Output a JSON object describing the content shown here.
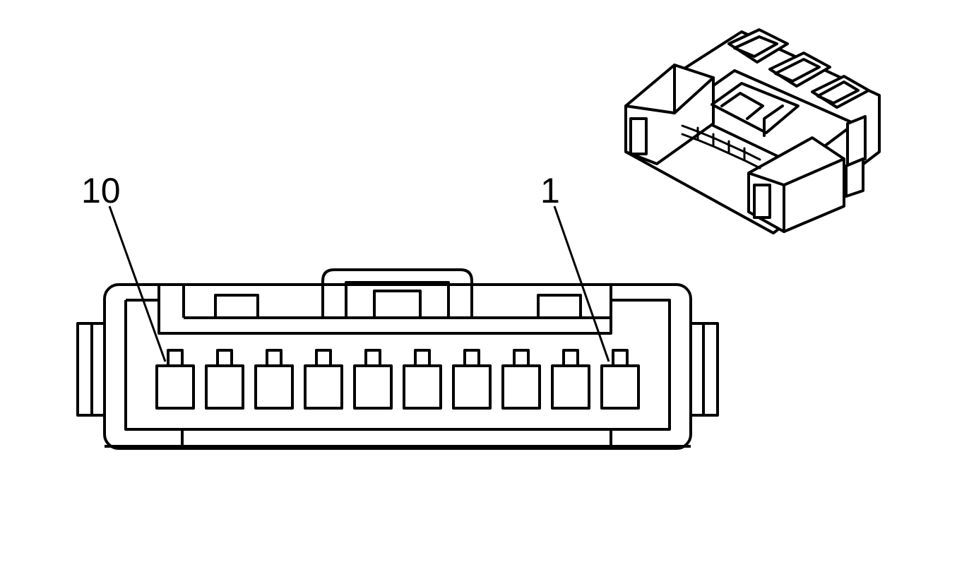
{
  "diagram": {
    "labels": {
      "left_pin": "10",
      "right_pin": "1"
    },
    "pin_count": 10,
    "colors": {
      "stroke": "#000000",
      "fill": "#ffffff"
    }
  }
}
